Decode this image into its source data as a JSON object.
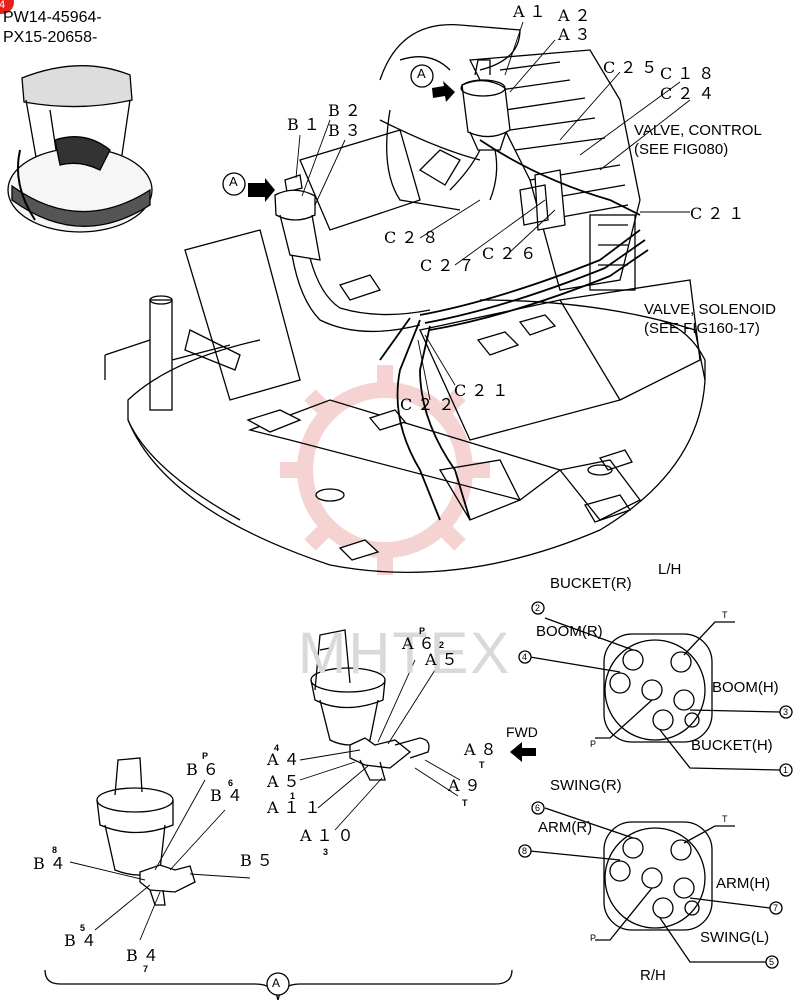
{
  "header": {
    "serial_1": "PW14-45964-",
    "serial_2": "PX15-20658-",
    "page_badge": "4"
  },
  "watermark": "MHTEX",
  "callouts": {
    "A1": "A１",
    "A2": "A２",
    "A3": "A３",
    "B1": "B１",
    "B2": "B２",
    "B3": "B３",
    "C25": "C２５",
    "C18": "C１８",
    "C24": "C２４",
    "C21a": "C２１",
    "C28": "C２８",
    "C26": "C２６",
    "C27": "C２７",
    "C22": "C２２",
    "C21b": "C２１",
    "A4": "A４",
    "A5": "A５",
    "A6": "A６",
    "A5b": "A５",
    "A8": "A８",
    "A9": "A９",
    "A10": "A１０",
    "A11": "A１１",
    "B4a": "B４",
    "B4b": "B４",
    "B4c": "B４",
    "B4d": "B４",
    "B5": "B５",
    "B6": "B６"
  },
  "view_a_marker": "A",
  "notes": {
    "valve_control_1": "VALVE, CONTROL",
    "valve_control_2": "(SEE FIG080)",
    "valve_solenoid_1": "VALVE, SOLENOID",
    "valve_solenoid_2": "(SEE FIG160-17)"
  },
  "fwd": "FWD",
  "port_marks": {
    "a4": "4",
    "a6": "2",
    "a6p": "P",
    "a8": "T",
    "a9": "T",
    "a11": "1",
    "a10": "3",
    "b6": "P",
    "b4a": "6",
    "b4b": "8",
    "b4c": "5",
    "b4d": "7"
  },
  "lh_pattern": {
    "title": "L/H",
    "labels": {
      "top": "BUCKET(R)",
      "left": "BOOM(R)",
      "right": "BOOM(H)",
      "bottom_right": "BUCKET(H)"
    },
    "ports": {
      "p2": "2",
      "p4": "4",
      "p3": "3",
      "p1": "1",
      "t": "T",
      "p": "P"
    }
  },
  "rh_pattern": {
    "title": "R/H",
    "labels": {
      "top": "SWING(R)",
      "left": "ARM(R)",
      "right": "ARM(H)",
      "bottom_right": "SWING(L)"
    },
    "ports": {
      "p6": "6",
      "p8": "8",
      "p7": "7",
      "p5": "5",
      "t": "T",
      "p": "P"
    }
  }
}
